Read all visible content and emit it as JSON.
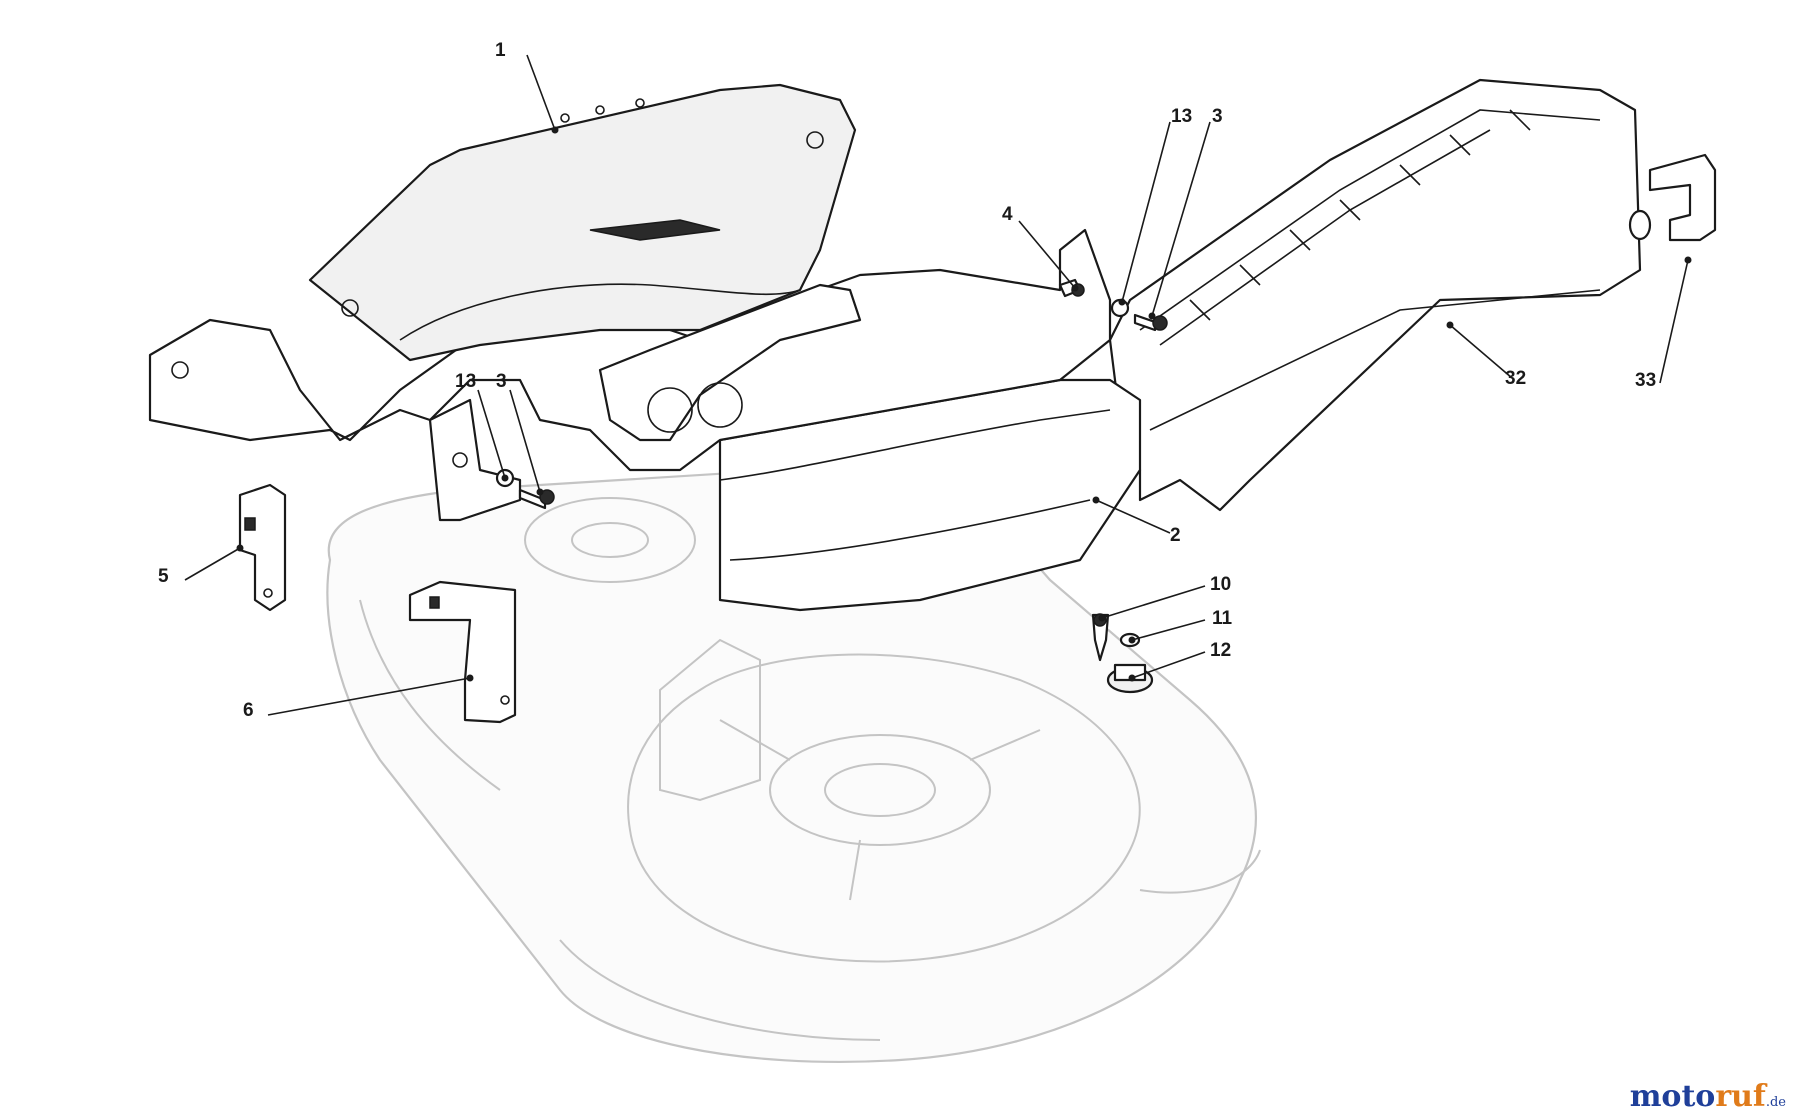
{
  "callouts": [
    {
      "id": "c1",
      "label": "1"
    },
    {
      "id": "c2",
      "label": "2"
    },
    {
      "id": "c3a",
      "label": "3"
    },
    {
      "id": "c3b",
      "label": "3"
    },
    {
      "id": "c4",
      "label": "4"
    },
    {
      "id": "c5",
      "label": "5"
    },
    {
      "id": "c6",
      "label": "6"
    },
    {
      "id": "c10",
      "label": "10"
    },
    {
      "id": "c11",
      "label": "11"
    },
    {
      "id": "c12",
      "label": "12"
    },
    {
      "id": "c13a",
      "label": "13"
    },
    {
      "id": "c13b",
      "label": "13"
    },
    {
      "id": "c32",
      "label": "32"
    },
    {
      "id": "c33",
      "label": "33"
    }
  ],
  "watermark": {
    "main": "moto",
    "accent": "ruf",
    "suffix": ".de"
  },
  "colors": {
    "line": "#1a1a1a",
    "deck_ghost": "#c4c4c4",
    "watermark_blue": "#1f3f99",
    "watermark_orange": "#e07b1a"
  }
}
